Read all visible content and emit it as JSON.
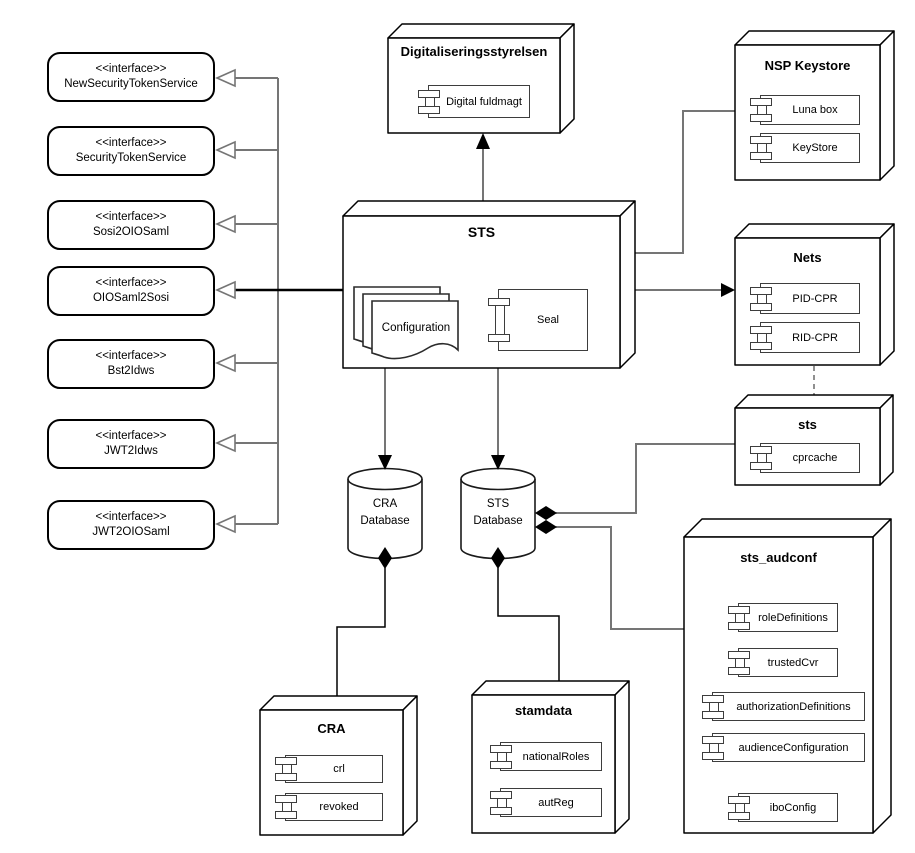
{
  "diagram": {
    "interfaces": [
      {
        "stereotype": "<<interface>>",
        "name": "NewSecurityTokenService"
      },
      {
        "stereotype": "<<interface>>",
        "name": "SecurityTokenService"
      },
      {
        "stereotype": "<<interface>>",
        "name": "Sosi2OIOSaml"
      },
      {
        "stereotype": "<<interface>>",
        "name": "OIOSaml2Sosi"
      },
      {
        "stereotype": "<<interface>>",
        "name": "Bst2Idws"
      },
      {
        "stereotype": "<<interface>>",
        "name": "JWT2Idws"
      },
      {
        "stereotype": "<<interface>>",
        "name": "JWT2OIOSaml"
      }
    ],
    "nodes": {
      "digitaliseringsstyrelsen": {
        "title": "Digitaliseringsstyrelsen",
        "components": [
          "Digital fuldmagt"
        ]
      },
      "nsp_keystore": {
        "title": "NSP Keystore",
        "components": [
          "Luna box",
          "KeyStore"
        ]
      },
      "sts_main": {
        "title": "STS",
        "artifact": "Configuration",
        "components": [
          "Seal"
        ]
      },
      "nets": {
        "title": "Nets",
        "components": [
          "PID-CPR",
          "RID-CPR"
        ]
      },
      "sts_cache": {
        "title": "sts",
        "components": [
          "cprcache"
        ]
      },
      "sts_audconf": {
        "title": "sts_audconf",
        "components": [
          "roleDefinitions",
          "trustedCvr",
          "authorizationDefinitions",
          "audienceConfiguration",
          "iboConfig"
        ]
      },
      "cra": {
        "title": "CRA",
        "components": [
          "crl",
          "revoked"
        ]
      },
      "stamdata": {
        "title": "stamdata",
        "components": [
          "nationalRoles",
          "autReg"
        ]
      }
    },
    "databases": [
      {
        "line1": "CRA",
        "line2": "Database"
      },
      {
        "line1": "STS",
        "line2": "Database"
      }
    ],
    "colors": {
      "connector": "#757575",
      "emphasis": "#000000",
      "border": "#000000",
      "fill": "#ffffff"
    }
  }
}
